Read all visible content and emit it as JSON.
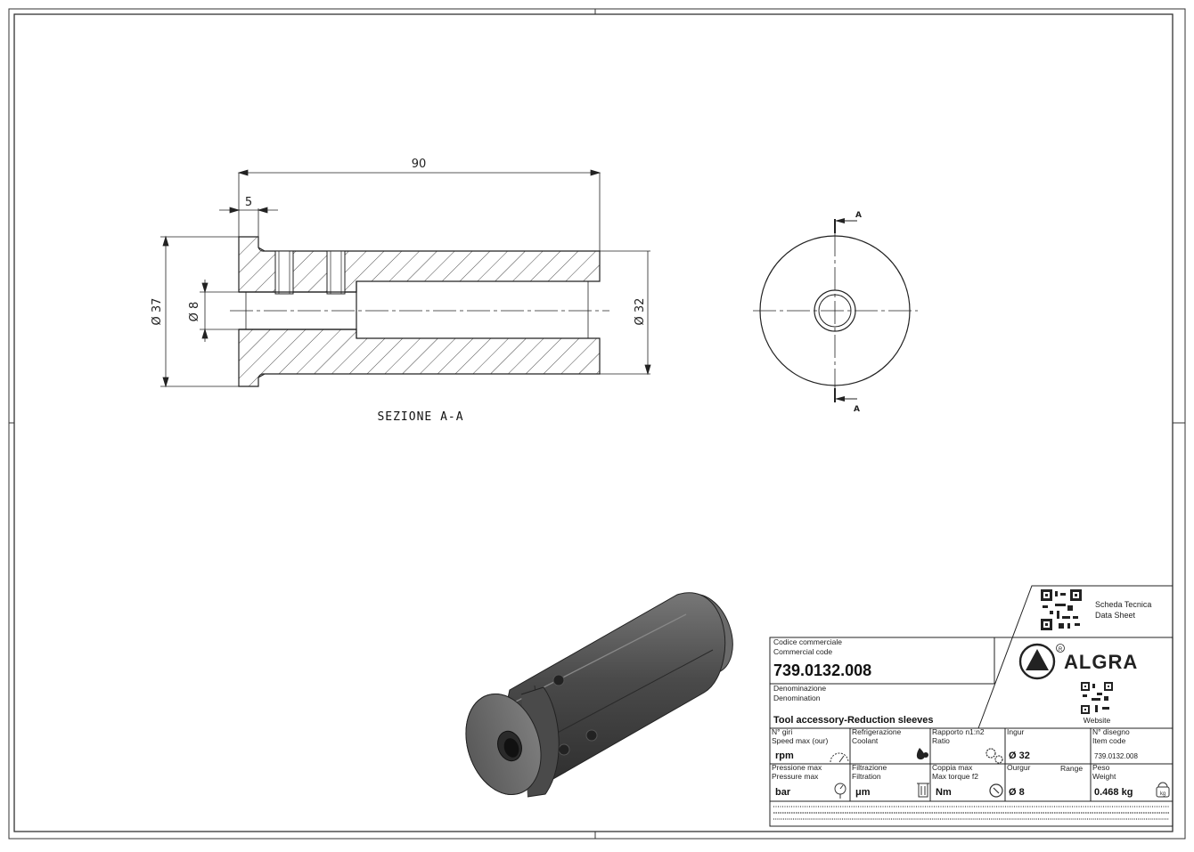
{
  "drawing": {
    "dim_length": "90",
    "dim_flange": "5",
    "dim_outer": "Ø 37",
    "dim_bore": "Ø 8",
    "dim_shank": "Ø 32",
    "section_title": "SEZIONE A-A",
    "section_mark_top": "A",
    "section_mark_bottom": "A"
  },
  "title_block": {
    "datasheet_it": "Scheda Tecnica",
    "datasheet_en": "Data Sheet",
    "brand": "ALGRA",
    "website_label": "Website",
    "code_label_it": "Codice commerciale",
    "code_label_en": "Commercial code",
    "code_value": "739.0132.008",
    "denom_label_it": "Denominazione",
    "denom_label_en": "Denomination",
    "denom_value": "Tool accessory-Reduction sleeves",
    "row1": [
      {
        "it": "N° giri",
        "en": "Speed max (our)",
        "value": "rpm",
        "icon": "speed-gauge-icon"
      },
      {
        "it": "Refrigerazione",
        "en": "Coolant",
        "value": "",
        "icon": "coolant-drop-icon"
      },
      {
        "it": "Rapporto n1:n2",
        "en": "Ratio",
        "value": "",
        "icon": "gears-icon"
      },
      {
        "it": "Ingur",
        "en": "",
        "value": "Ø 32",
        "icon": ""
      },
      {
        "it": "N° disegno",
        "en": "Item code",
        "value": "739.0132.008",
        "icon": ""
      }
    ],
    "row2": [
      {
        "it": "Pressione max",
        "en": "Pressure max",
        "value": "bar",
        "icon": "pressure-gauge-icon"
      },
      {
        "it": "Filtrazione",
        "en": "Filtration",
        "value": "μm",
        "icon": "filter-bin-icon"
      },
      {
        "it": "Coppia max",
        "en": "Max torque f2",
        "value": "Nm",
        "icon": "torque-icon"
      },
      {
        "it": "Ourgur",
        "en": "Range",
        "value": "Ø 8",
        "icon": ""
      },
      {
        "it": "Peso",
        "en": "Weight",
        "value": "0.468 kg",
        "icon": "weight-icon"
      }
    ]
  },
  "colors": {
    "line": "#222222",
    "body_dark": "#3d3d3d",
    "body_mid": "#555555",
    "body_light": "#7a7a7a"
  }
}
